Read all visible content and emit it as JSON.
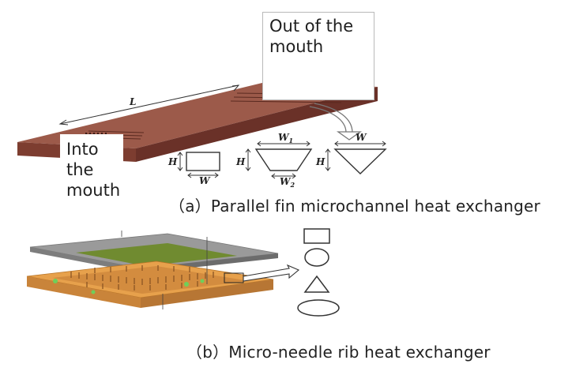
{
  "labels": {
    "outlet": "Out of the mouth",
    "inlet_line1": "Into",
    "inlet_line2": "the",
    "inlet_line3": "mouth",
    "outlet_line1": "Out of the",
    "outlet_line2": "mouth"
  },
  "dimensions": {
    "length": "L",
    "height": "H",
    "width": "W",
    "width_top": "W",
    "width_top_sub": "1",
    "width_bottom": "W",
    "width_bottom_sub": "2"
  },
  "captions": {
    "a": "（a）Parallel fin microchannel heat exchanger",
    "b": "（b）Micro-needle rib heat exchanger"
  },
  "colors": {
    "channel_top": "#9c5a4a",
    "channel_front": "#7d3d30",
    "channel_side": "#6a3128",
    "cover_plate": "#9a9a9a",
    "green_layer": "#6e8a2a",
    "orange_base": "#e7a14c",
    "pin_fins": "#a86a30"
  },
  "shape_legend": [
    "rectangle-icon",
    "circle-icon",
    "triangle-icon",
    "ellipse-icon"
  ]
}
